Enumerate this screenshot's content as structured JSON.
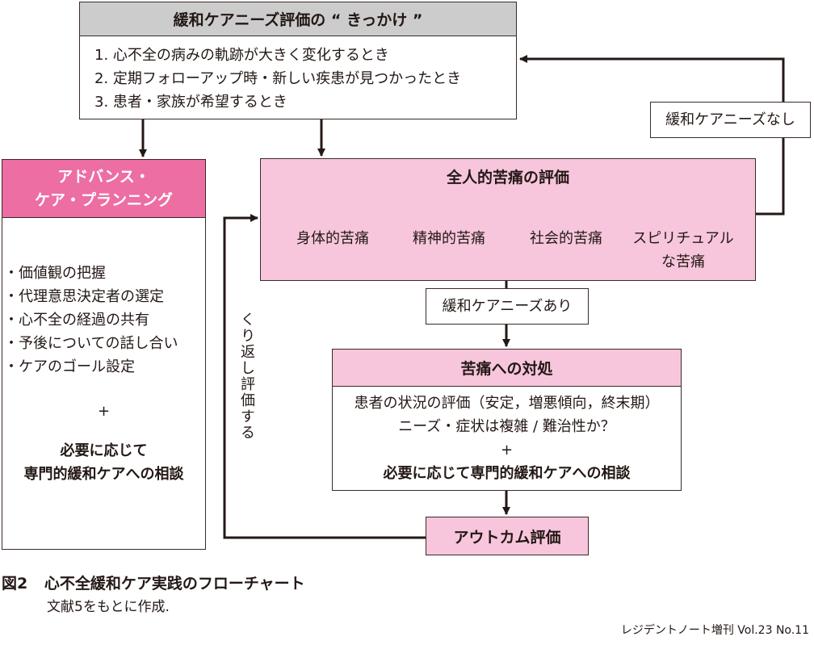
{
  "trigger": {
    "title": "緩和ケアニーズ評価の “ きっかけ ”",
    "items": [
      "1.  心不全の病みの軌跡が大きく変化するとき",
      "2.  定期フォローアップ時・新しい疾患が見つかったとき",
      "3.  患者・家族が希望するとき"
    ]
  },
  "acp": {
    "title_line1": "アドバンス・",
    "title_line2": "ケア・プランニング",
    "items": [
      "・価値観の把握",
      "・代理意思決定者の選定",
      "・心不全の経過の共有",
      "・予後についての話し合い",
      "・ケアのゴール設定"
    ],
    "plus": "+",
    "consult_line1": "必要に応じて",
    "consult_line2": "専門的緩和ケアへの相談"
  },
  "total_pain": {
    "title": "全人的苦痛の評価",
    "categories": [
      "身体的苦痛",
      "精神的苦痛",
      "社会的苦痛",
      "スピリチュアル",
      "な苦痛"
    ]
  },
  "need_yes": "緩和ケアニーズあり",
  "need_no": "緩和ケアニーズなし",
  "coping": {
    "title": "苦痛への対処",
    "lines": [
      "患者の状況の評価（安定，増悪傾向，終末期）",
      "ニーズ・症状は複雑 / 難治性か？",
      "+",
      "必要に応じて専門的緩和ケアへの相談"
    ]
  },
  "outcome": "アウトカム評価",
  "repeat_label": "くり返し評価する",
  "caption": {
    "figure": "図2",
    "title": "心不全緩和ケア実践のフローチャート",
    "source": "文献5をもとに作成."
  },
  "footer": "レジデントノート増刊 Vol.23 No.11",
  "colors": {
    "header_gray": "#cccccc",
    "pink_light": "#f7c6dc",
    "pink_hot": "#ec6ea3",
    "line": "#231815"
  }
}
